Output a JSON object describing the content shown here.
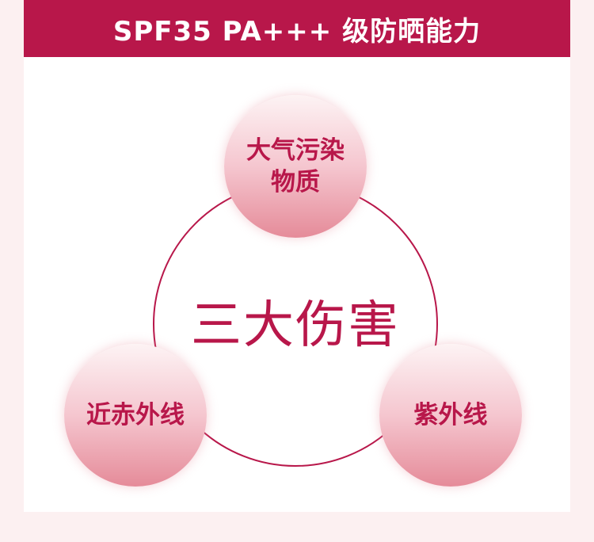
{
  "header": {
    "title": "SPF35 PA+++ 级防晒能力"
  },
  "center": {
    "title": "三大伤害"
  },
  "bubbles": {
    "top": {
      "line1": "大气污染",
      "line2": "物质"
    },
    "left": {
      "label": "近赤外线"
    },
    "right": {
      "label": "紫外线"
    }
  },
  "colors": {
    "accent": "#b8174a",
    "page_bg": "#fcf0f1",
    "panel_bg": "#ffffff",
    "bubble_light": "#fdf3f4",
    "bubble_dark": "#e58b99"
  }
}
